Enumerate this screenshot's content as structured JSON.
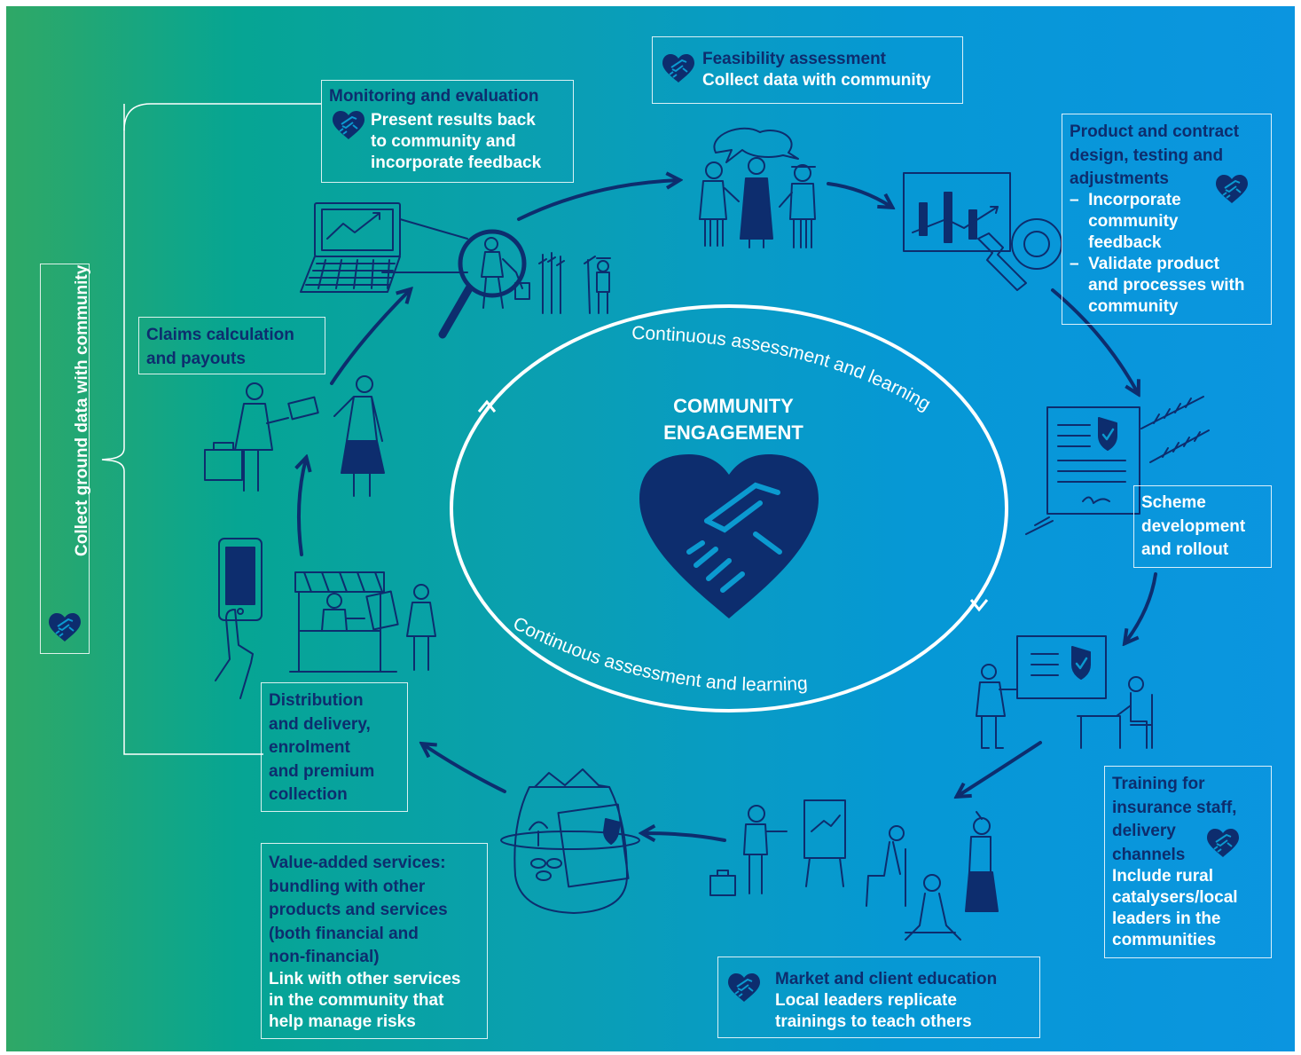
{
  "center": {
    "title_line1": "COMMUNITY",
    "title_line2": "ENGAGEMENT"
  },
  "cycle_label_top": "Continuous assessment and learning",
  "cycle_label_bottom": "Continuous assessment and learning",
  "side_bracket": {
    "label": "Collect ground data with community",
    "icon": "heart-handshake-icon"
  },
  "stages": {
    "feasibility": {
      "title": "Feasibility assessment",
      "body": "Collect data with community"
    },
    "product": {
      "title_line1": "Product and contract",
      "title_line2": "design, testing and",
      "title_line3": "adjustments",
      "bullet1": "–  Incorporate\n    community\n    feedback",
      "bullet2": "–  Validate product\n    and processes with\n    community"
    },
    "scheme": {
      "title_line1": "Scheme",
      "title_line2": "development",
      "title_line3": "and rollout"
    },
    "training": {
      "title_line1": "Training for",
      "title_line2": "insurance staff,",
      "title_line3": "delivery",
      "title_line4": "channels",
      "body": "Include rural\ncatalysers/local\nleaders in the\ncommunities"
    },
    "market": {
      "title": "Market and client education",
      "body": "Local leaders replicate\ntrainings to teach others"
    },
    "value_added": {
      "title": "Value-added services:\nbundling with other\nproducts and services\n(both financial and\nnon-financial)",
      "body": "Link with other services\nin the community that\nhelp manage risks"
    },
    "distribution": {
      "title": "Distribution\nand delivery,\nenrolment\nand premium\ncollection"
    },
    "claims": {
      "title": "Claims calculation\nand payouts"
    },
    "monitoring": {
      "title": "Monitoring and evaluation",
      "body": "Present results back\nto community and\nincorporate feedback"
    }
  },
  "colors": {
    "navy": "#0d2d6e",
    "white": "#ffffff",
    "gradient_start": "#2fa866",
    "gradient_end": "#0b95e0"
  }
}
